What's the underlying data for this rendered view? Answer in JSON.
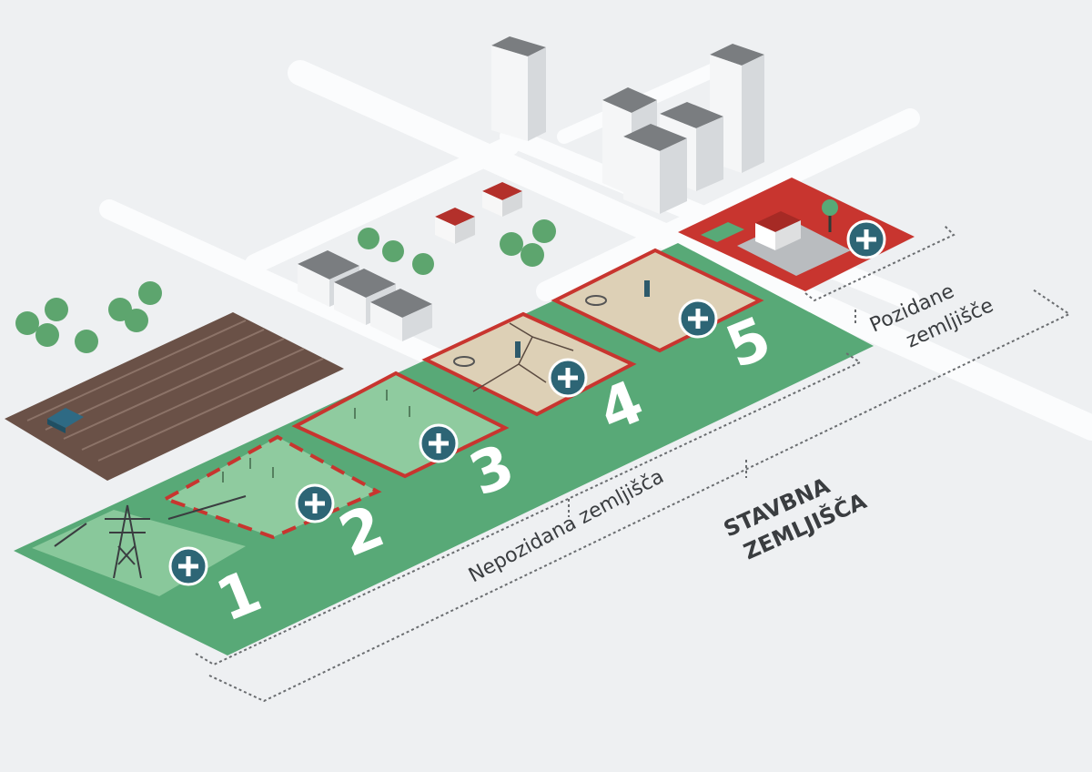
{
  "labels": {
    "built": [
      "Pozidane",
      "zemljišče"
    ],
    "unbuilt": "Nepozidana zemljišča",
    "building": [
      "STAVBNA",
      "ZEMLJIŠČA"
    ]
  },
  "plots": [
    {
      "number": "1"
    },
    {
      "number": "2"
    },
    {
      "number": "3"
    },
    {
      "number": "4"
    },
    {
      "number": "5"
    }
  ],
  "colors": {
    "background": "#eef0f2",
    "road": "#fafbfc",
    "green_main": "#58a977",
    "green_light": "#8fcb9f",
    "red_accent": "#c8352f",
    "sand": "#ddd0b6",
    "field_brown": "#6a5147",
    "button": "#2d6575"
  },
  "icons": [
    "plus-circle-icon",
    "power-pylon-icon",
    "house-icon",
    "tree-icon",
    "tractor-icon",
    "worker-icon"
  ]
}
